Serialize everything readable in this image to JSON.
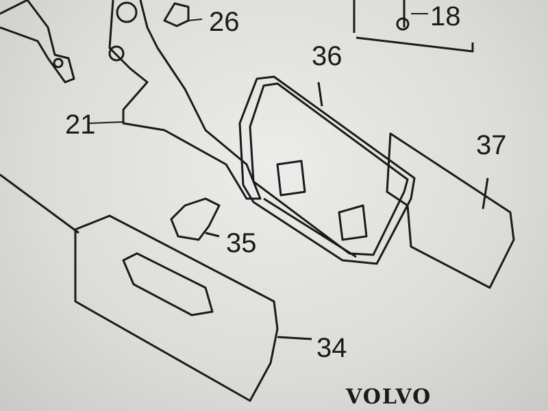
{
  "callouts": {
    "c26": "26",
    "c18": "18",
    "c36": "36",
    "c21": "21",
    "c37": "37",
    "c35": "35",
    "c34": "34"
  },
  "brand": "VOLVO"
}
